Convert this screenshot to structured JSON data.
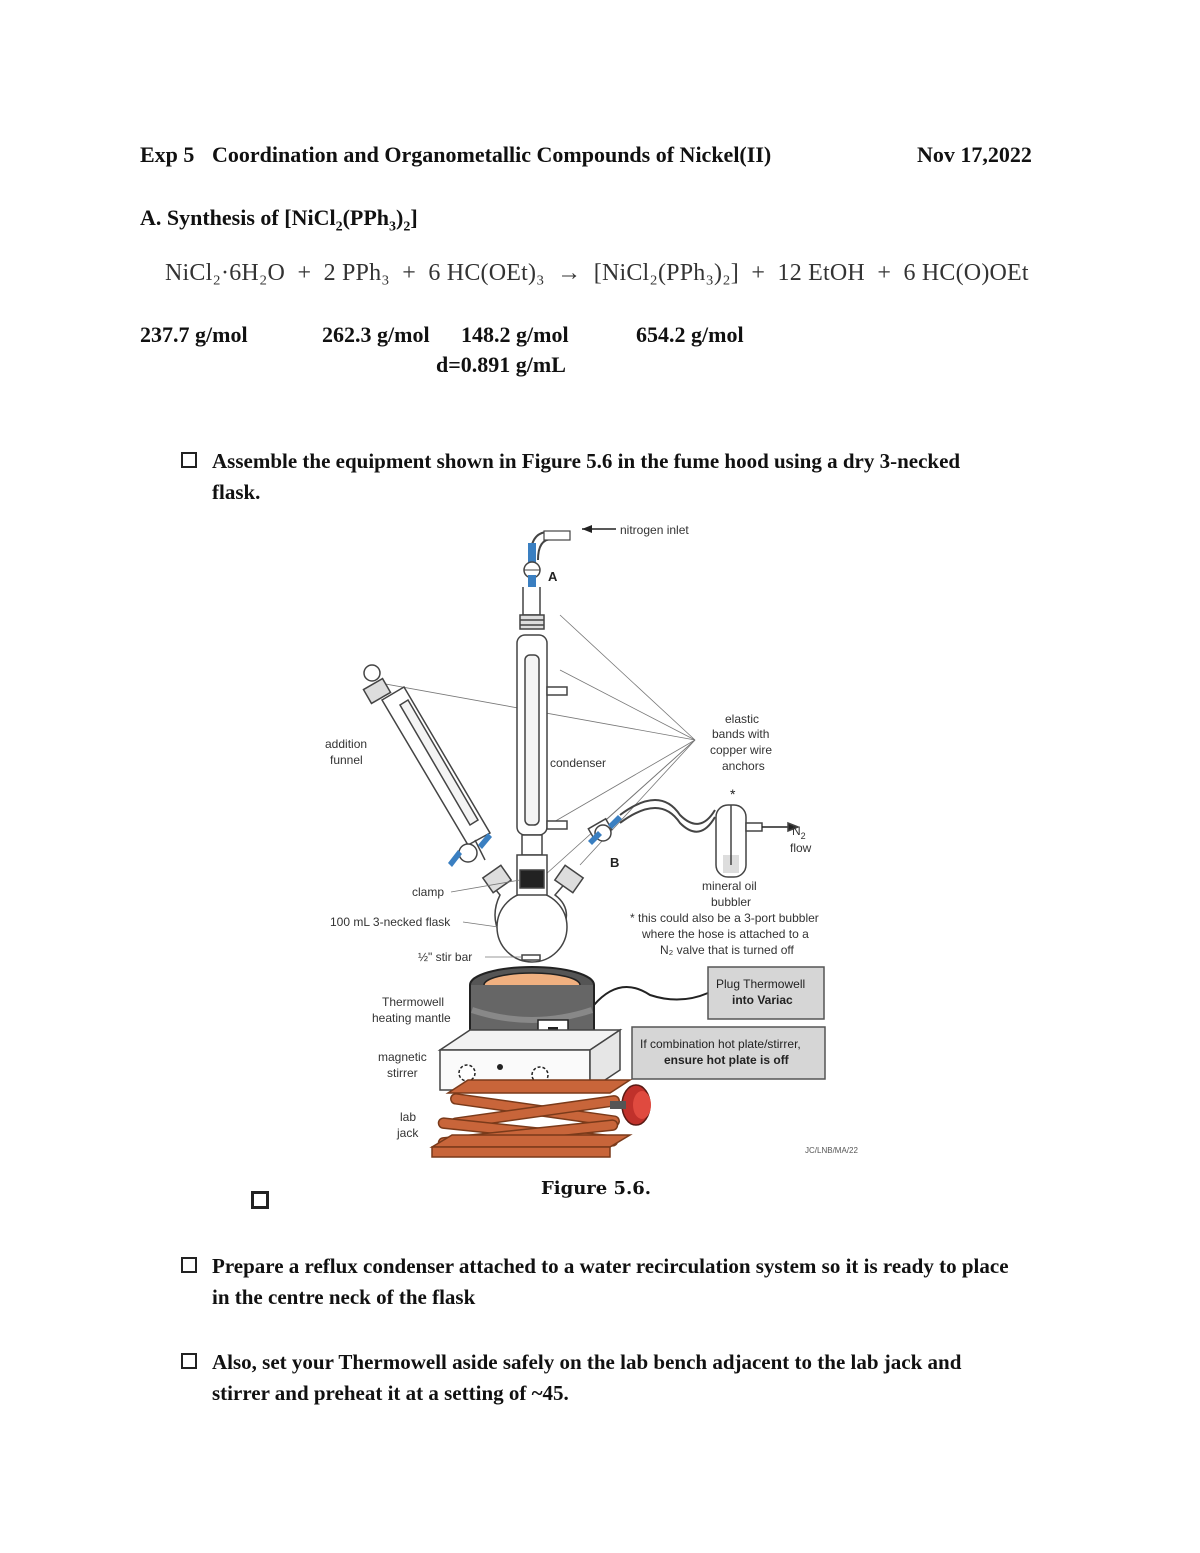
{
  "header": {
    "experiment": "Exp 5",
    "title": "Coordination and Organometallic Compounds of Nickel(II)",
    "date": "Nov 17,2022"
  },
  "section_a": {
    "title_prefix": "A. Synthesis of [NiCl",
    "title_sub1": "2",
    "title_mid": "(PPh",
    "title_sub2": "3",
    "title_close": ")",
    "title_sub3": "2",
    "title_end": "]"
  },
  "equation": {
    "text": "NiCl₂·6H₂O  +  2 PPh₃  +  6 HC(OEt)₃  →  [NiCl₂(PPh₃)₂]  +  12 EtOH  +  6 HC(O)OEt"
  },
  "molar_masses": {
    "nicl2": "237.7 g/mol",
    "pph3": "262.3 g/mol",
    "orthoformate": "148.2 g/mol",
    "orthoformate_density": "d=0.891 g/mL",
    "product": "654.2 g/mol"
  },
  "tasks": [
    {
      "line1": "Assemble the equipment shown in Figure 5.6 in the fume hood using a dry 3-necked",
      "line2": "flask."
    },
    {
      "line1": "Prepare a reflux condenser attached to a water recirculation system so it is ready to place",
      "line2": "in the centre neck of the flask"
    },
    {
      "line1": "Also, set your Thermowell aside safely on the lab bench adjacent to the lab jack and",
      "line2": "stirrer and preheat it at a setting of ~45."
    }
  ],
  "figure": {
    "caption": "Figure 5.6.",
    "labels": {
      "nitrogen_inlet": "nitrogen inlet",
      "a": "A",
      "b": "B",
      "addition_funnel_1": "addition",
      "addition_funnel_2": "funnel",
      "condenser": "condenser",
      "elastic_1": "elastic",
      "elastic_2": "bands with",
      "elastic_3": "copper wire",
      "elastic_4": "anchors",
      "asterisk": "*",
      "n2_flow_1": "N",
      "n2_flow_sub": "2",
      "n2_flow_2": "flow",
      "clamp": "clamp",
      "flask": "100 mL 3-necked flask",
      "stir_bar": "½\" stir bar",
      "bubbler_1": "mineral oil",
      "bubbler_2": "bubbler",
      "note_1": "* this could also be a 3-port bubbler",
      "note_2": "where the hose is attached to a",
      "note_3": "N₂ valve that is turned off",
      "thermowell_1": "Thermowell",
      "thermowell_2": "heating mantle",
      "plug_1": "Plug Thermowell",
      "plug_2": "into Variac",
      "hotplate_1": "If combination hot plate/stirrer,",
      "hotplate_2": "ensure hot plate is off",
      "stirrer_1": "magnetic",
      "stirrer_2": "stirrer",
      "jack_1": "lab",
      "jack_2": "jack",
      "credit": "JC/LNB/MA/22"
    }
  },
  "colors": {
    "valve_blue": "#3a7fc1",
    "mantle_orange": "#f0b080",
    "jack_copper": "#c8653a",
    "knob_red": "#c0312b",
    "callout_gray": "#d6d6d6"
  }
}
